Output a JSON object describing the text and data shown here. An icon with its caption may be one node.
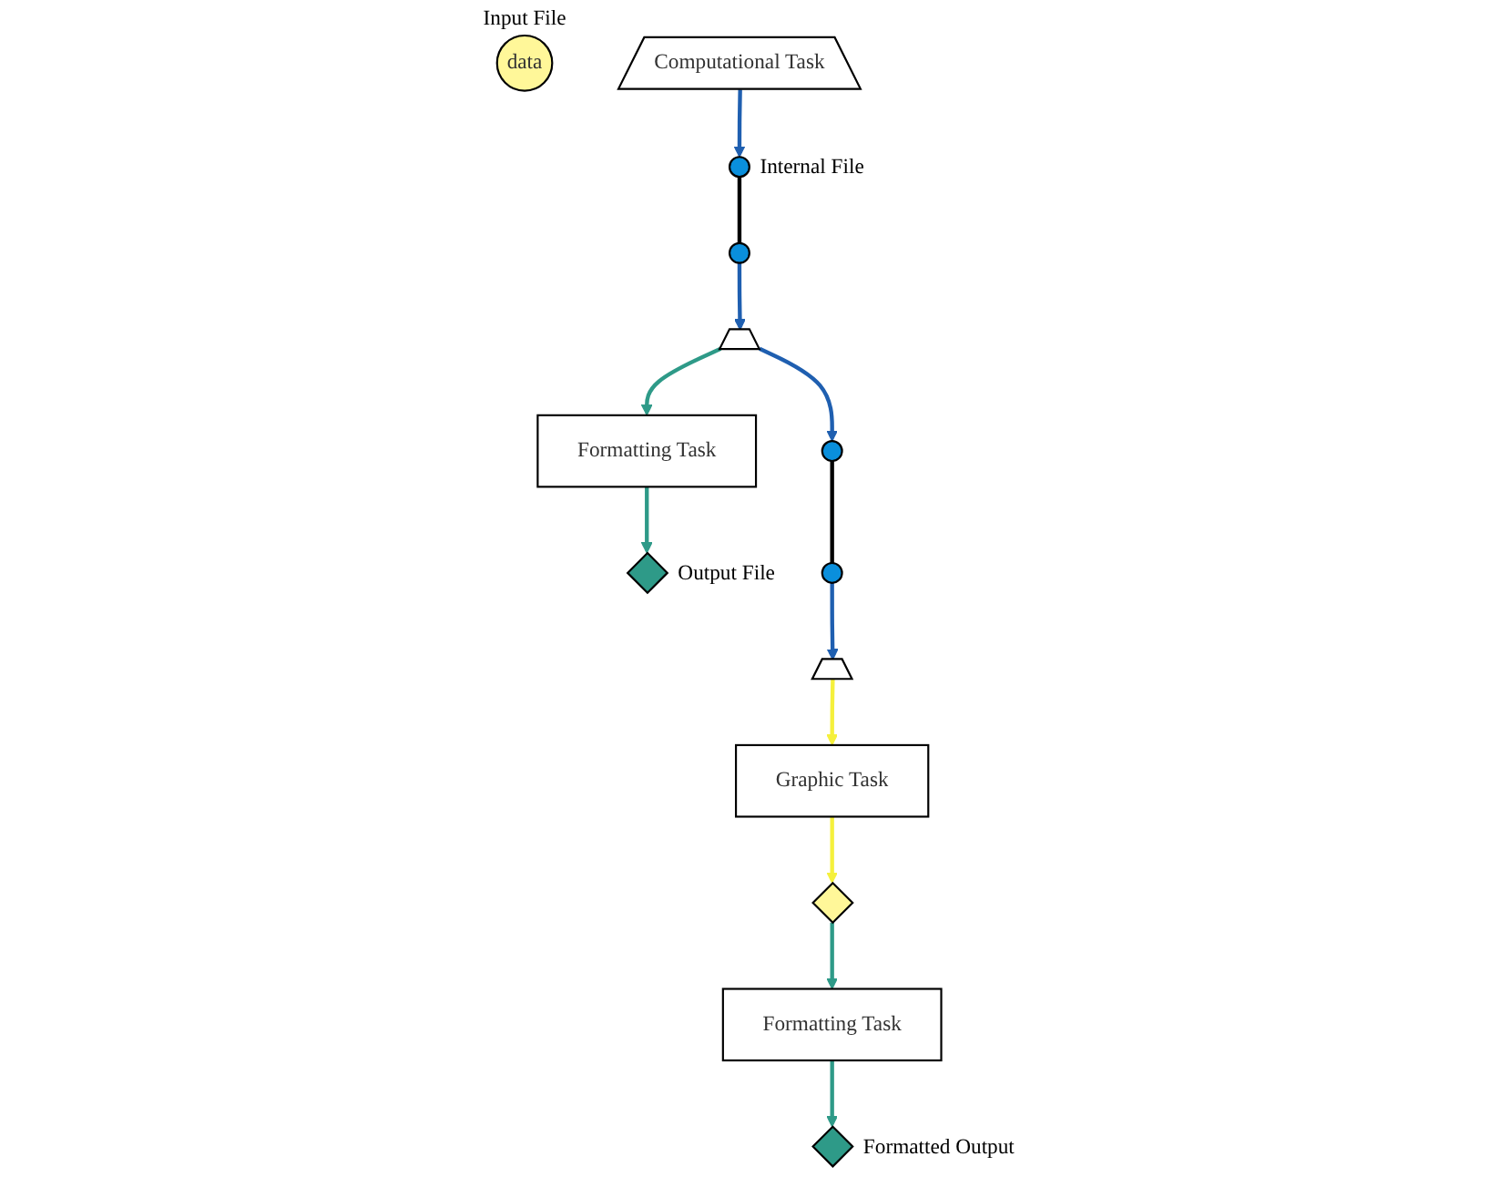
{
  "diagram": {
    "nodes": [
      {
        "text": [
          "data"
        ],
        "beside": [
          "Input File"
        ]
      },
      {
        "text": [
          "Computational Task"
        ]
      },
      {
        "text": [],
        "shape": "circle",
        "beside": [
          "Internal File"
        ]
      },
      {
        "text": [],
        "shape": "circle"
      },
      {
        "text": [],
        "shape": "box"
      },
      {
        "text": [
          "Formatting Task"
        ]
      },
      {
        "text": [],
        "shape": "diamond",
        "beside": [
          "Output File"
        ]
      },
      {
        "text": [],
        "shape": "circle"
      },
      {
        "text": [],
        "shape": "circle"
      },
      {
        "text": [],
        "shape": "box"
      },
      {
        "text": [
          "Graphic Task"
        ]
      },
      {
        "text": [],
        "shape": "diamond"
      },
      {
        "text": [
          "Formatting Task"
        ]
      },
      {
        "text": [],
        "shape": "diamond",
        "beside": [
          "Formatted Output"
        ]
      }
    ],
    "edges": [
      {
        "from": 1,
        "to": 2,
        "arrow": "to",
        "color": "#1f5fb0"
      },
      {
        "from": 2,
        "to": 3,
        "arrow": "none",
        "color": "#000000"
      },
      {
        "from": 3,
        "to": 4,
        "arrow": "to",
        "color": "#1f5fb0"
      },
      {
        "from": 4,
        "to": 5,
        "arrow": "to",
        "color": "#2e9a88"
      },
      {
        "from": 5,
        "to": 6,
        "arrow": "to",
        "color": "#2e9a88"
      },
      {
        "from": 4,
        "to": 7,
        "arrow": "to",
        "color": "#1f5fb0"
      },
      {
        "from": 7,
        "to": 8,
        "arrow": "none",
        "color": "#000000"
      },
      {
        "from": 8,
        "to": 9,
        "arrow": "to",
        "color": "#1f5fb0"
      },
      {
        "from": 9,
        "to": 10,
        "arrow": "to",
        "color": "#f5f03c"
      },
      {
        "from": 10,
        "to": 11,
        "arrow": "to",
        "color": "#f5f03c"
      },
      {
        "from": 11,
        "to": 12,
        "arrow": "to",
        "color": "#2e9a88"
      },
      {
        "from": 12,
        "to": 13,
        "arrow": "to",
        "color": "#2e9a88"
      }
    ]
  }
}
